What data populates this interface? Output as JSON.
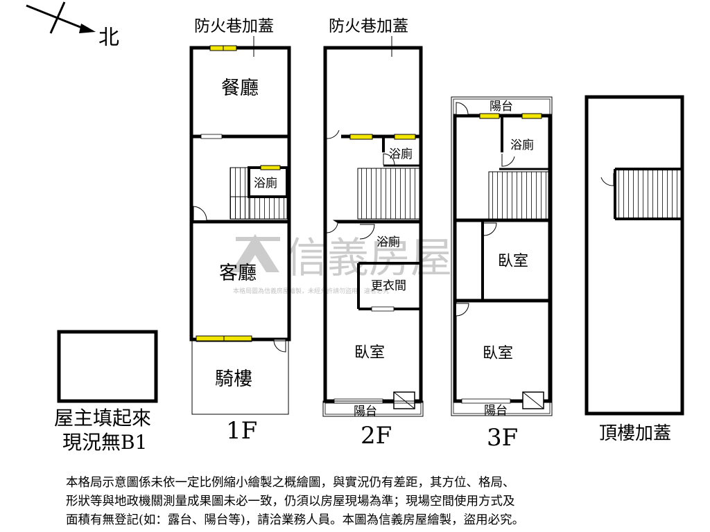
{
  "compass": {
    "label": "北"
  },
  "watermark": {
    "brand": "信義房屋",
    "notice": "本格局圖為信義房屋繪製，未經允許請勿盜用，違者必究"
  },
  "basement_note": {
    "line1": "屋主填起來",
    "line2": "現況無B1"
  },
  "floors": {
    "f1": {
      "name": "1F",
      "top_label": "防火巷加蓋",
      "rooms": {
        "dining": "餐廳",
        "bath": "浴廁",
        "living": "客廳",
        "arcade": "騎樓"
      }
    },
    "f2": {
      "name": "2F",
      "top_label": "防火巷加蓋",
      "rooms": {
        "bath_upper": "浴廁",
        "bath_lower": "浴廁",
        "dressing": "更衣間",
        "bedroom": "臥室",
        "balcony": "陽台"
      }
    },
    "f3": {
      "name": "3F",
      "rooms": {
        "balcony_top": "陽台",
        "bath": "浴廁",
        "bedroom_upper": "臥室",
        "bedroom_lower": "臥室",
        "balcony_bottom": "陽台"
      }
    },
    "roof": {
      "name": "頂樓加蓋"
    }
  },
  "disclaimer": {
    "line1": "本格局示意圖係未依一定比例縮小繪製之概繪圖，與實況仍有差距，其方位、格局、",
    "line2": "形狀等與地政機關測量成果圖未必一致，仍須以房屋現場為準；現場空間使用方式及",
    "line3": "面積有無登記(如：露台、陽台等)，請洽業務人員。本圖為信義房屋繪製，盜用必究。"
  },
  "colors": {
    "wall": "#000000",
    "window": "#f2e600",
    "watermark": "#9a9a9a"
  }
}
